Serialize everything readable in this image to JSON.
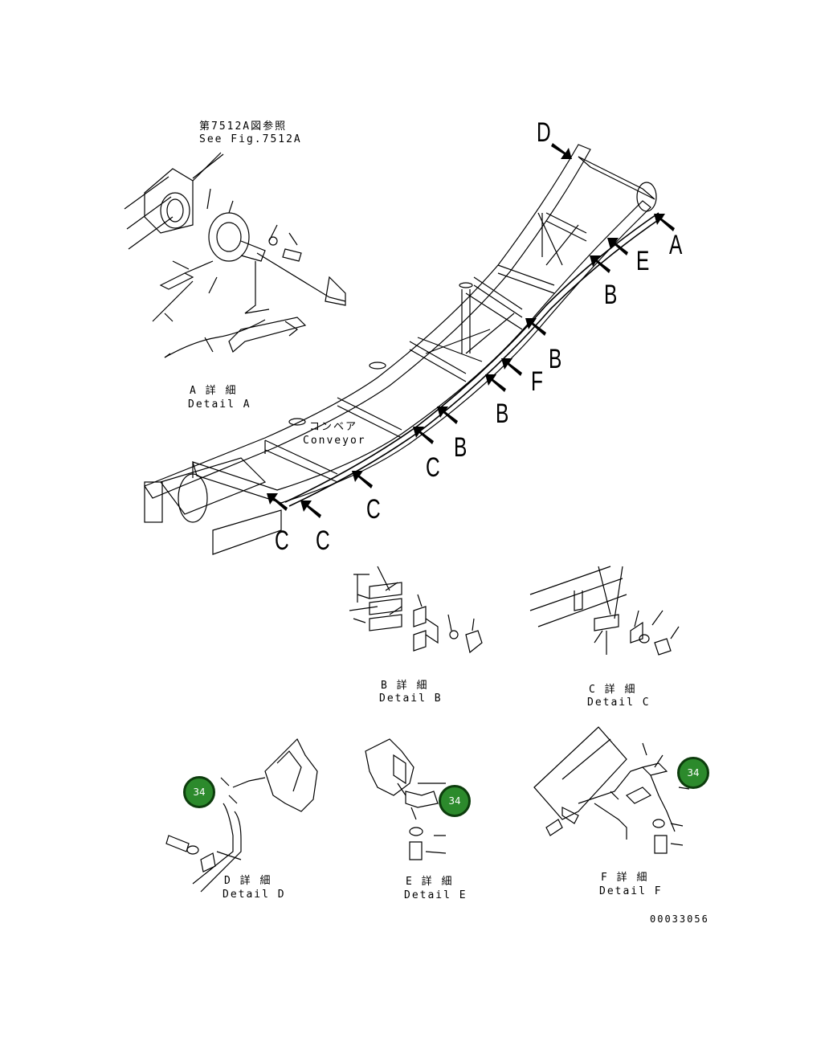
{
  "reference": {
    "ja": "第7512A図参照",
    "en": "See Fig.7512A"
  },
  "conveyor": {
    "ja": "コンベア",
    "en": "Conveyor"
  },
  "callouts": [
    "D",
    "A",
    "E",
    "B",
    "B",
    "F",
    "B",
    "B",
    "C",
    "C",
    "C",
    "C"
  ],
  "details": {
    "a": {
      "ja": "A 詳 細",
      "en": "Detail A"
    },
    "b": {
      "ja": "B 詳 細",
      "en": "Detail B"
    },
    "c": {
      "ja": "C 詳 細",
      "en": "Detail C"
    },
    "d": {
      "ja": "D 詳 細",
      "en": "Detail D"
    },
    "e": {
      "ja": "E 詳 細",
      "en": "Detail E"
    },
    "f": {
      "ja": "F 詳 細",
      "en": "Detail F"
    }
  },
  "badges": [
    "34",
    "34",
    "34"
  ],
  "drawing_number": "00033056",
  "colors": {
    "badge_fill": "#2c8a2c",
    "badge_border": "#0d3d0d",
    "line": "#000000"
  }
}
